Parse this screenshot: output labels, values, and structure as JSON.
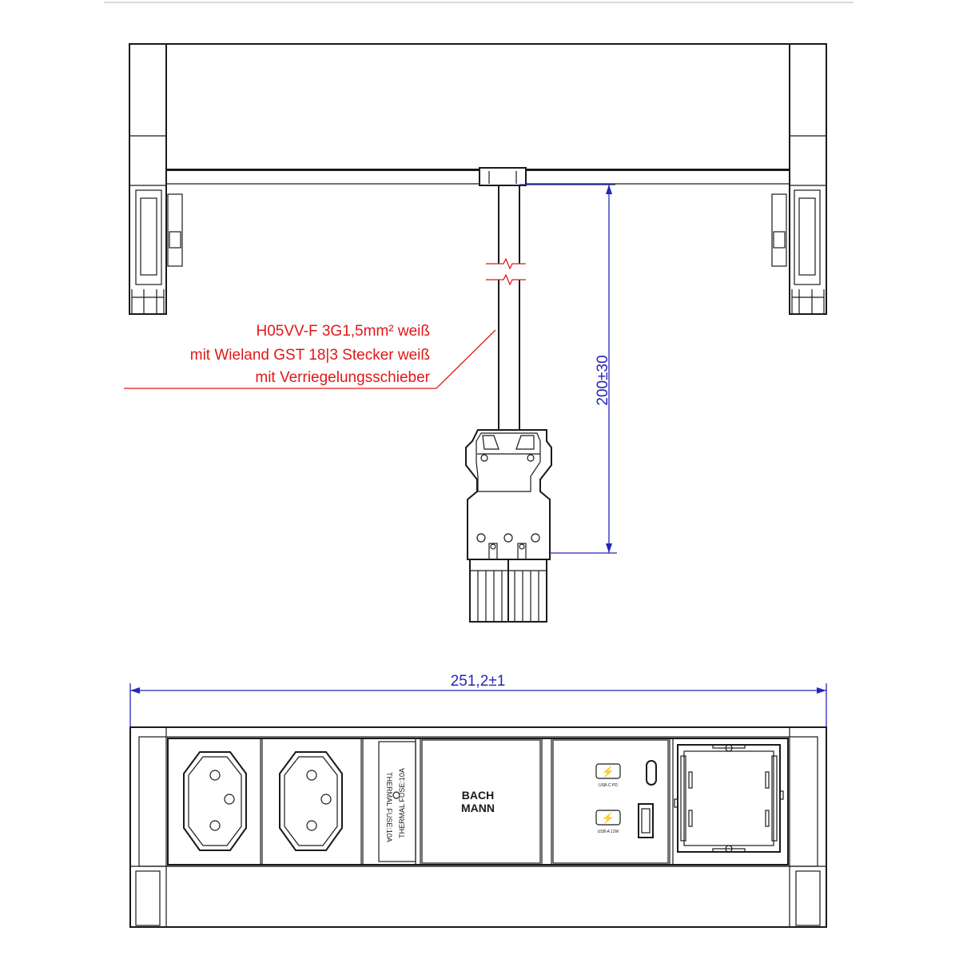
{
  "cable_label": {
    "line1": "H05VV-F 3G1,5mm² weiß",
    "line2": "mit Wieland GST 18|3 Stecker weiß",
    "line3": "mit Verriegelungsschieber"
  },
  "dimensions": {
    "cable_length": "200±30",
    "width": "251,2±1"
  },
  "modules": {
    "fuse_label_1": "THERMAL FUSE:10A",
    "fuse_label_2": "THERMAL FUSE:10A",
    "brand_line1": "BACH",
    "brand_line2": "MANN",
    "usb_c_label": "USB-C PD",
    "usb_a_label": "USB-A 12W"
  },
  "colors": {
    "line": "#1a1a1a",
    "dimension": "#2626b8",
    "annotation": "#e01818"
  }
}
